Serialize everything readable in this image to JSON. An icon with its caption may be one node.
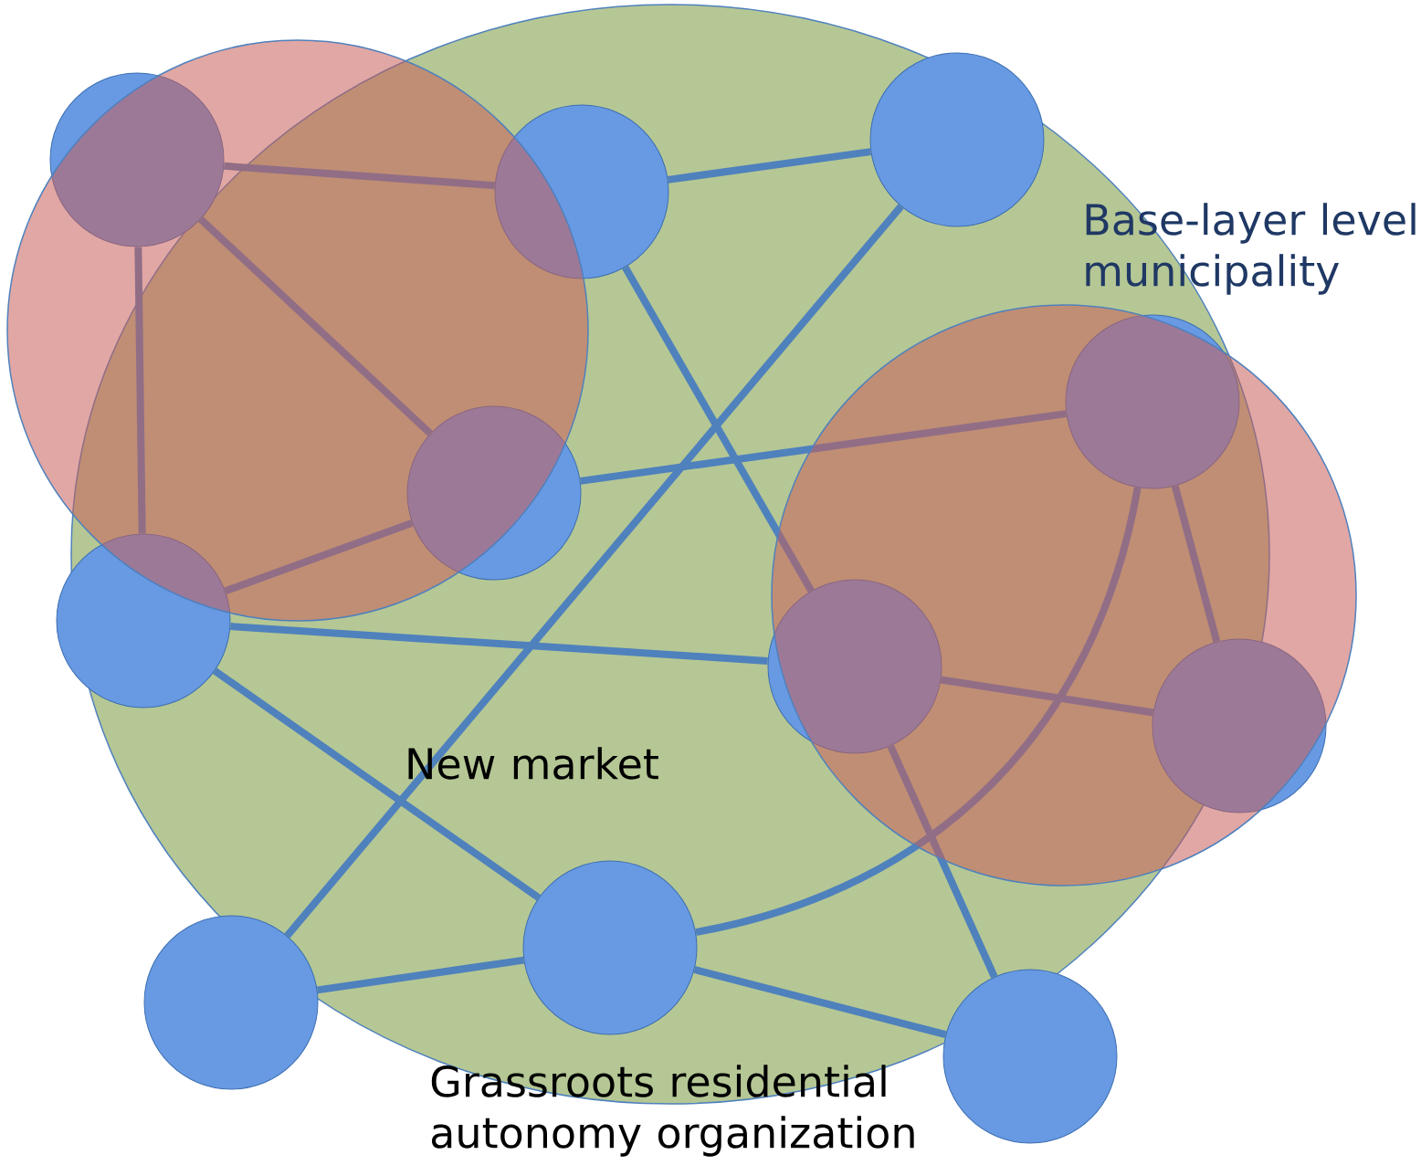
{
  "diagram": {
    "nodes": [
      {
        "text": [],
        "shape": "circle"
      },
      {
        "text": [],
        "shape": "circle"
      },
      {
        "text": [],
        "shape": "circle"
      },
      {
        "text": [],
        "shape": "circle"
      },
      {
        "text": [],
        "shape": "circle"
      },
      {
        "text": [],
        "shape": "circle"
      },
      {
        "text": [],
        "shape": "circle"
      },
      {
        "text": [],
        "shape": "circle"
      },
      {
        "text": [],
        "shape": "circle"
      },
      {
        "text": [],
        "shape": "circle"
      },
      {
        "text": [],
        "shape": "circle"
      }
    ],
    "edges": [
      {
        "from": 0,
        "to": 1,
        "arrow": "none"
      },
      {
        "from": 0,
        "to": 4,
        "arrow": "none"
      },
      {
        "from": 0,
        "to": 3,
        "arrow": "none"
      },
      {
        "from": 1,
        "to": 2,
        "arrow": "none"
      },
      {
        "from": 1,
        "to": 6,
        "arrow": "none"
      },
      {
        "from": 2,
        "to": 8,
        "arrow": "none"
      },
      {
        "from": 3,
        "to": 5,
        "arrow": "none"
      },
      {
        "from": 4,
        "to": 3,
        "arrow": "none"
      },
      {
        "from": 4,
        "to": 6,
        "arrow": "none"
      },
      {
        "from": 4,
        "to": 9,
        "arrow": "none"
      },
      {
        "from": 5,
        "to": 9,
        "arrow": "none"
      },
      {
        "from": 5,
        "to": 7,
        "arrow": "none"
      },
      {
        "from": 6,
        "to": 7,
        "arrow": "none"
      },
      {
        "from": 6,
        "to": 10,
        "arrow": "none"
      },
      {
        "from": 8,
        "to": 9,
        "arrow": "none"
      },
      {
        "from": 9,
        "to": 10,
        "arrow": "none"
      }
    ],
    "labels": [
      "Base-layer level municipality",
      "New market",
      "Grassroots residential autonomy organization"
    ]
  }
}
